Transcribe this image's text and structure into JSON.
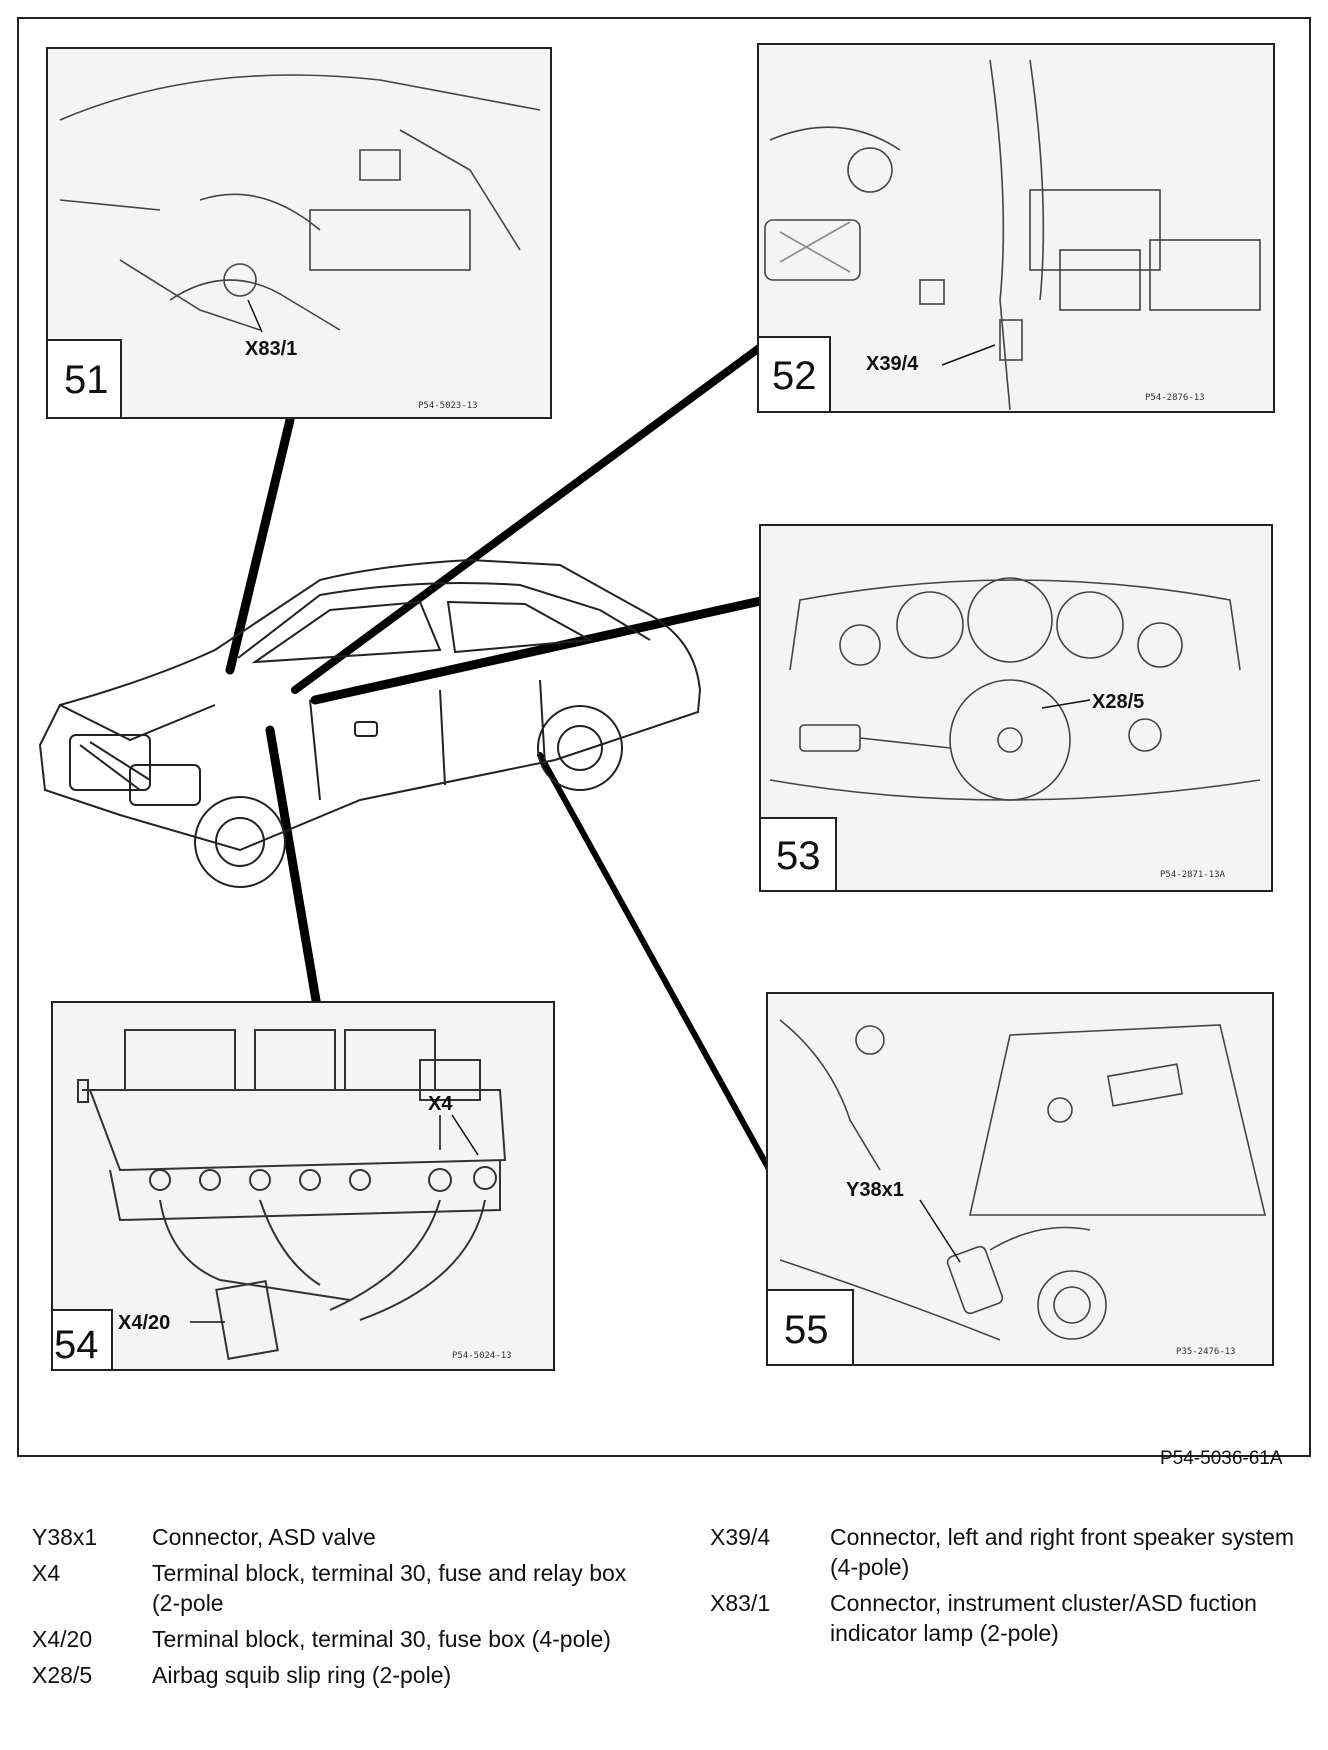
{
  "figure": {
    "main_ref": "P54-5036-61A",
    "panels": [
      {
        "number": "51",
        "label": "X83/1",
        "ref": "P54-5023-13"
      },
      {
        "number": "52",
        "label": "X39/4",
        "ref": "P54-2876-13"
      },
      {
        "number": "53",
        "label": "X28/5",
        "ref": "P54-2871-13A"
      },
      {
        "number": "54",
        "label_a": "X4",
        "label_b": "X4/20",
        "ref": "P54-5024-13"
      },
      {
        "number": "55",
        "label": "Y38x1",
        "ref": "P35-2476-13"
      }
    ]
  },
  "legend": {
    "left": [
      {
        "code": "Y38x1",
        "desc": "Connector, ASD valve"
      },
      {
        "code": "X4",
        "desc": "Terminal block, terminal 30, fuse and relay box (2-pole"
      },
      {
        "code": "X4/20",
        "desc": "Terminal block, terminal 30, fuse box (4-pole)"
      },
      {
        "code": "X28/5",
        "desc": "Airbag squib slip ring (2-pole)"
      }
    ],
    "right": [
      {
        "code": "X39/4",
        "desc": "Connector, left and right front speaker system (4-pole)"
      },
      {
        "code": "X83/1",
        "desc": "Connector, instrument cluster/ASD fuction indicator lamp (2-pole)"
      }
    ]
  }
}
